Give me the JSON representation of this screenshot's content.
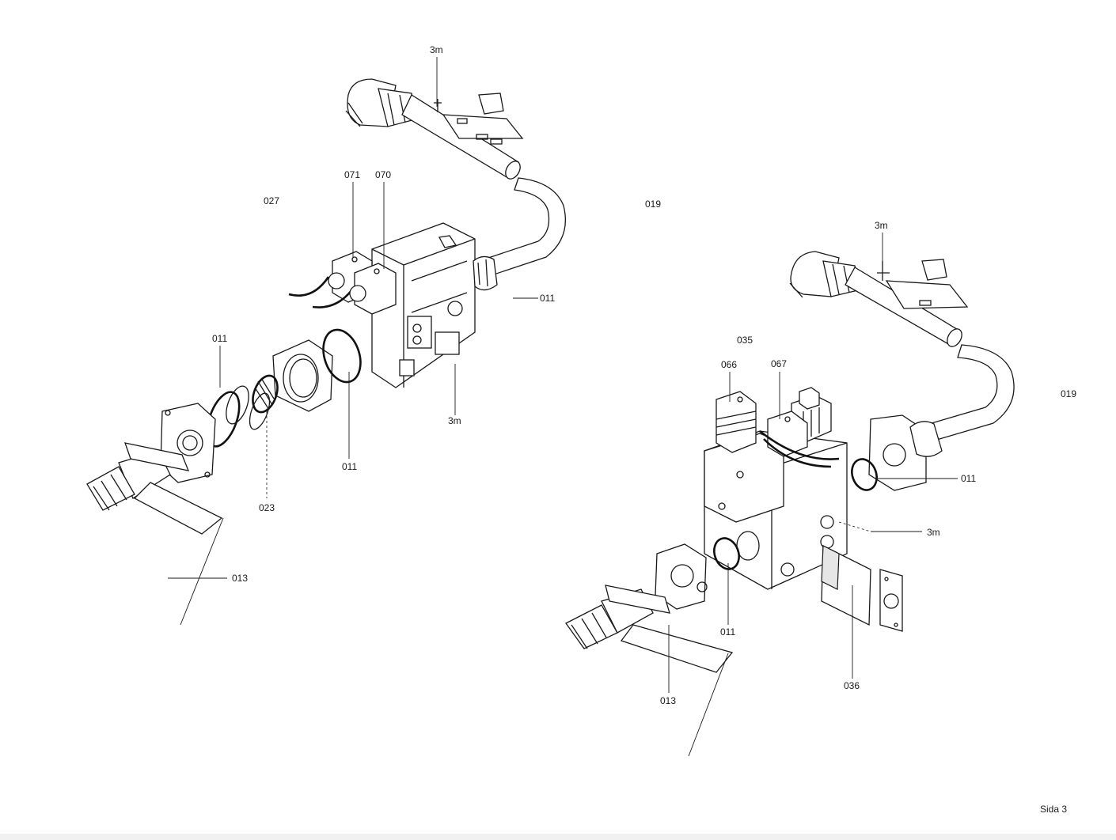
{
  "footer": {
    "page_label": "Sida 3"
  },
  "left_assembly": {
    "labels": {
      "l_3m_top": "3m",
      "l_071": "071",
      "l_070": "070",
      "l_027": "027",
      "l_019": "019",
      "l_011_right": "011",
      "l_011_left": "011",
      "l_3m_bottom": "3m",
      "l_011_bottom": "011",
      "l_023": "023",
      "l_013": "013"
    }
  },
  "right_assembly": {
    "labels": {
      "r_3m_top": "3m",
      "r_035": "035",
      "r_066": "066",
      "r_067": "067",
      "r_019": "019",
      "r_011_right": "011",
      "r_3m_right": "3m",
      "r_011_bottom": "011",
      "r_036": "036",
      "r_013": "013"
    }
  }
}
